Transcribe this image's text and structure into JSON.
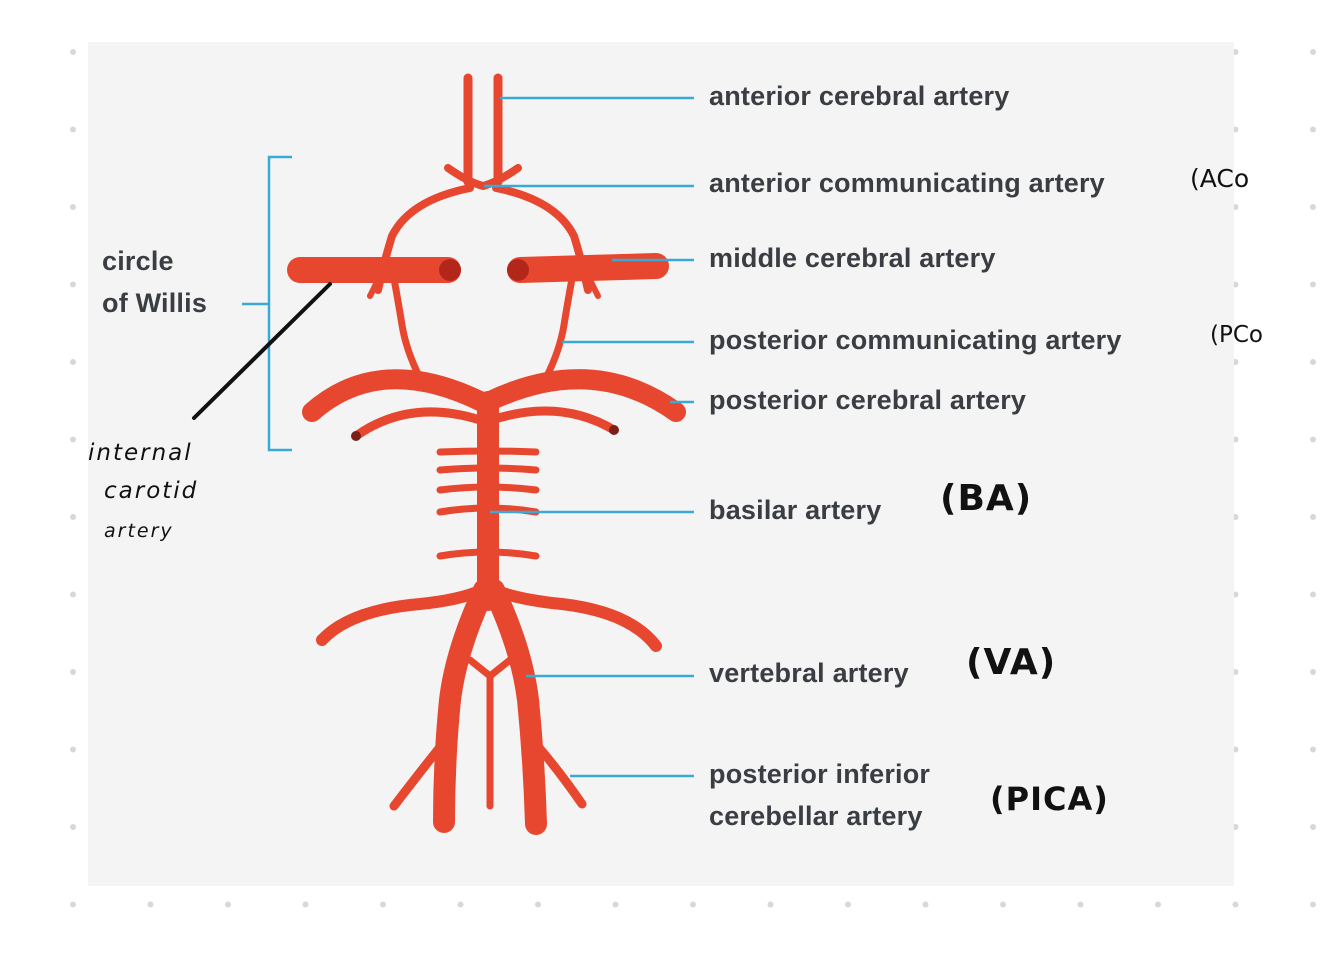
{
  "labels": {
    "aca": "anterior cerebral artery",
    "acom": "anterior communicating artery",
    "mca": "middle cerebral artery",
    "pcom": "posterior communicating artery",
    "pca": "posterior cerebral artery",
    "ba": "basilar artery",
    "va": "vertebral artery",
    "pica_line1": "posterior inferior",
    "pica_line2": "cerebellar artery",
    "circle_line1": "circle",
    "circle_line2": "of Willis"
  },
  "handwritten": {
    "acom_abbrev": "(ACo",
    "pcom_abbrev": "(PCo",
    "ba_abbrev": "(BA)",
    "va_abbrev": "(VA)",
    "pica_abbrev": "(PICA)",
    "ica_line1": "internal",
    "ica_line2": "carotid",
    "ica_line3": "artery"
  },
  "colors": {
    "artery": "#e8472f",
    "artery_dark": "#b3271a",
    "leader": "#3aa9d6",
    "panel": "#f4f4f4",
    "text": "#3a3d42",
    "ink": "#111111"
  }
}
